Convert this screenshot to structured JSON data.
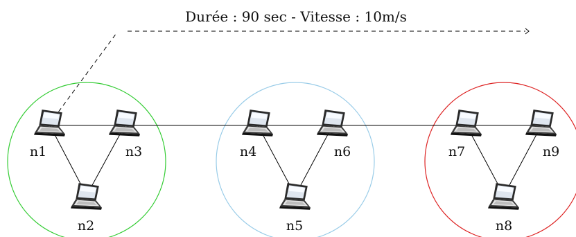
{
  "caption": "Durée : 90 sec - Vitesse : 10m/s",
  "colors": {
    "cluster_1": "#33cc33",
    "cluster_2": "#99cce8",
    "cluster_3": "#dd2222",
    "link": "#000000"
  },
  "nodes": [
    {
      "id": "n1",
      "label": "n1",
      "icon": "laptop-icon"
    },
    {
      "id": "n2",
      "label": "n2",
      "icon": "laptop-icon"
    },
    {
      "id": "n3",
      "label": "n3",
      "icon": "laptop-icon"
    },
    {
      "id": "n4",
      "label": "n4",
      "icon": "laptop-icon"
    },
    {
      "id": "n5",
      "label": "n5",
      "icon": "laptop-icon"
    },
    {
      "id": "n6",
      "label": "n6",
      "icon": "laptop-icon"
    },
    {
      "id": "n7",
      "label": "n7",
      "icon": "laptop-icon"
    },
    {
      "id": "n8",
      "label": "n8",
      "icon": "laptop-icon"
    },
    {
      "id": "n9",
      "label": "n9",
      "icon": "laptop-icon"
    }
  ],
  "links": [
    [
      "n1",
      "n3"
    ],
    [
      "n1",
      "n2"
    ],
    [
      "n3",
      "n2"
    ],
    [
      "n3",
      "n4"
    ],
    [
      "n4",
      "n6"
    ],
    [
      "n4",
      "n5"
    ],
    [
      "n6",
      "n5"
    ],
    [
      "n6",
      "n7"
    ],
    [
      "n7",
      "n9"
    ],
    [
      "n7",
      "n8"
    ],
    [
      "n9",
      "n8"
    ]
  ],
  "clusters": [
    {
      "members": [
        "n1",
        "n2",
        "n3"
      ],
      "color_key": "cluster_1"
    },
    {
      "members": [
        "n4",
        "n5",
        "n6"
      ],
      "color_key": "cluster_2"
    },
    {
      "members": [
        "n7",
        "n8",
        "n9"
      ],
      "color_key": "cluster_3"
    }
  ]
}
